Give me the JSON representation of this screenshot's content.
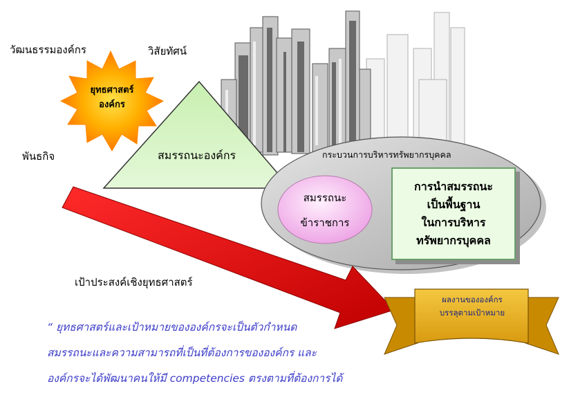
{
  "labels": {
    "culture": "วัฒนธรรมองค์กร",
    "vision": "วิสัยทัศน์",
    "mission": "พันธกิจ",
    "strategic_goal": "เป้าประสงค์เชิงยุทธศาสตร์"
  },
  "sun": {
    "line1": "ยุทธศาสตร์",
    "line2": "องค์กร"
  },
  "triangle": {
    "label": "สมรรถนะองค์กร"
  },
  "ellipse": {
    "title": "กระบวนการบริหารทรัพยากรบุคคล"
  },
  "pink": {
    "line1": "สมรรถนะ",
    "line2": "ข้าราชการ"
  },
  "green_box": {
    "line1": "การนำสมรรถนะ",
    "line2": "เป็นพื้นฐาน",
    "line3": "ในการบริหาร",
    "line4": "ทรัพยากรบุคคล"
  },
  "banner": {
    "line1": "ผลงานขององค์กร",
    "line2": "บรรลุตามเป้าหมาย"
  },
  "quote": {
    "line1": "“ ยุทธศาสตร์และเป้าหมายขององค์กรจะเป็นตัวกำหนด",
    "line2": "สมรรถนะและความสามารถที่เป็นที่ต้องการขององค์กร และ",
    "line3": "องค์กรจะได้พัฒนาคนให้มี competencies ตรงตามที่ต้องการได้"
  },
  "colors": {
    "sun": "#ff8c00",
    "sun_core": "#ffd700",
    "triangle": "#d8f4c8",
    "ellipse": "#c0c0c0",
    "pink": "#f7c8f2",
    "green_box": "#ecfce4",
    "arrow": "#e00000",
    "banner": "#e8b020",
    "quote_text": "#3c3cc8"
  }
}
